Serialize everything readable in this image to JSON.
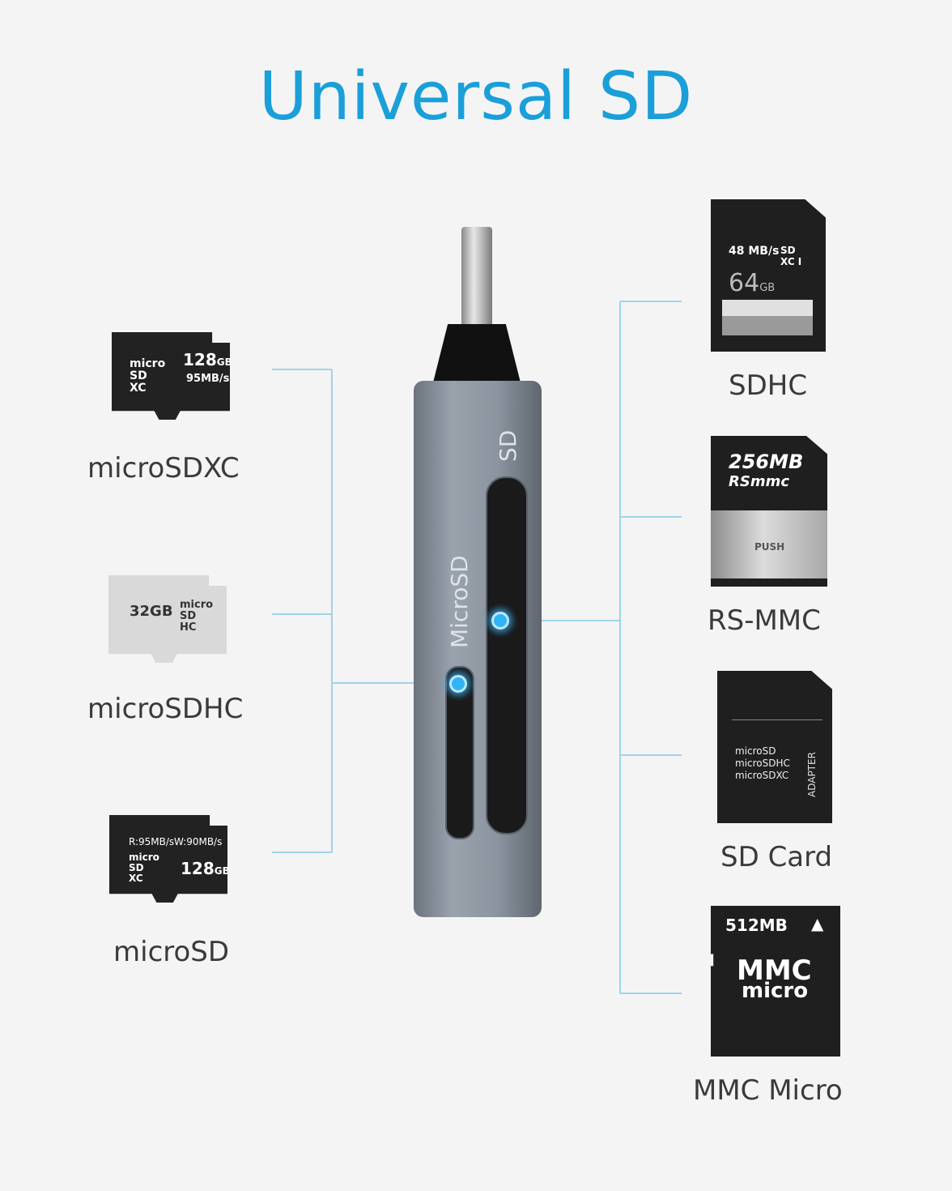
{
  "title": "Universal SD",
  "device": {
    "sd_slot_label": "SD",
    "microsd_slot_label": "MicroSD"
  },
  "left_cards": [
    {
      "label": "microSDXC",
      "capacity": "128",
      "capacity_unit": "GB",
      "speed": "95MB/s",
      "logo": "micro SD XC"
    },
    {
      "label": "microSDHC",
      "capacity": "32GB",
      "logo": "micro SD HC"
    },
    {
      "label": "microSD",
      "speed_read": "R:95MB/s",
      "speed_write": "W:90MB/s",
      "capacity": "128",
      "capacity_unit": "GB",
      "logo": "micro SD XC"
    }
  ],
  "right_cards": [
    {
      "label": "SDHC",
      "speed": "48 MB/s",
      "capacity": "64",
      "capacity_unit": "GB",
      "logo": "SD XC I"
    },
    {
      "label": "RS-MMC",
      "capacity": "256MB",
      "brand": "RSmmc",
      "push": "PUSH"
    },
    {
      "label": "SD Card",
      "lines": [
        "microSD",
        "microSDHC",
        "microSDXC"
      ],
      "adapter": "ADAPTER"
    },
    {
      "label": "MMC Micro",
      "capacity": "512MB",
      "brand_top": "MMC",
      "brand_bottom": "micro"
    }
  ],
  "colors": {
    "accent": "#1a9fd9",
    "connector": "#9fd3ea",
    "led": "#2fb5f5"
  }
}
